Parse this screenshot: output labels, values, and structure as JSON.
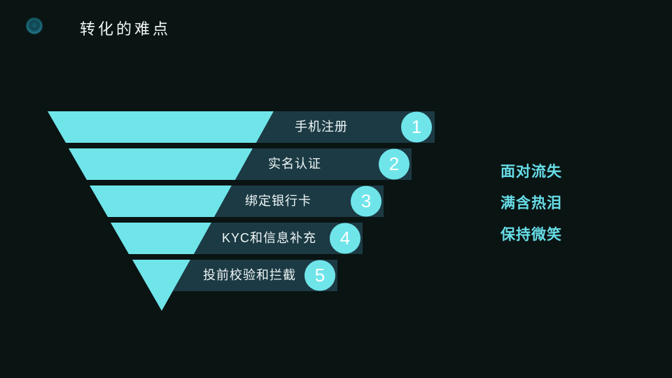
{
  "slide_title": "转化的难点",
  "funnel": {
    "type": "funnel",
    "steps": [
      {
        "label": "手机注册",
        "number": "1"
      },
      {
        "label": "实名认证",
        "number": "2"
      },
      {
        "label": "绑定银行卡",
        "number": "3"
      },
      {
        "label": "KYC和信息补充",
        "number": "4"
      },
      {
        "label": "投前校验和拦截",
        "number": "5"
      }
    ]
  },
  "side_notes": {
    "lines": [
      "面对流失",
      "满含热泪",
      "保持微笑"
    ]
  },
  "colors": {
    "background": "#0a1413",
    "funnel_cyan": "#6fe5ea",
    "bar_dark_teal": "#1c3a44",
    "label_text": "#eef6f6",
    "side_note_cyan": "#67dde7",
    "title_text": "#f2f7f7"
  },
  "icons": {
    "logo": "globe-sphere-icon"
  }
}
